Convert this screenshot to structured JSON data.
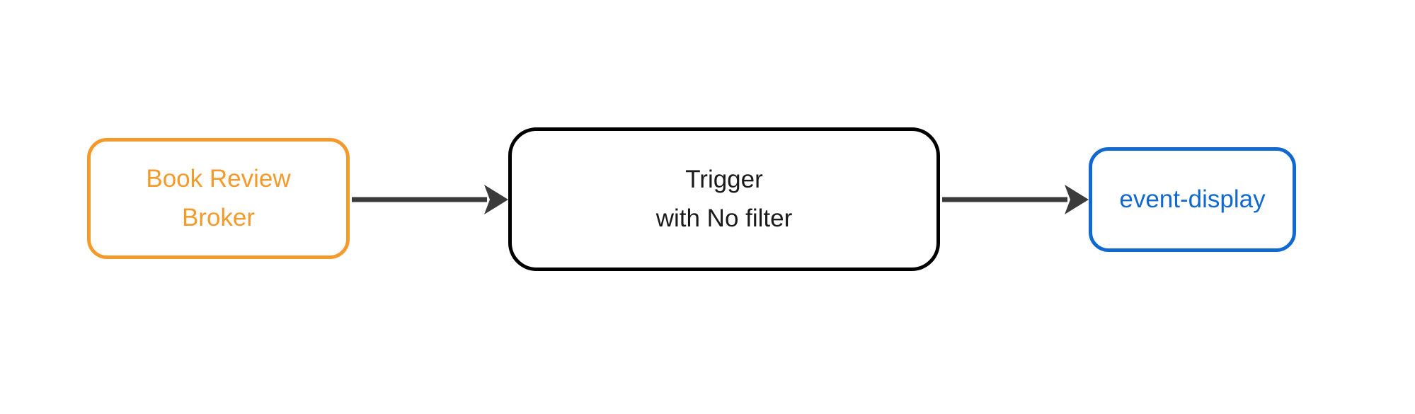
{
  "diagram": {
    "type": "flowchart",
    "direction": "left-to-right",
    "nodes": [
      {
        "id": "broker",
        "label": "Book Review\nBroker"
      },
      {
        "id": "trigger",
        "label": "Trigger\nwith No filter"
      },
      {
        "id": "event-display",
        "label": "event-display"
      }
    ],
    "edges": [
      {
        "from": "broker",
        "to": "trigger",
        "style": "arrow"
      },
      {
        "from": "trigger",
        "to": "event-display",
        "style": "arrow"
      }
    ]
  },
  "colors": {
    "background": "#FFFFFF",
    "broker": "#F49A2B",
    "trigger": "#000000",
    "trigger_text": "#1A1A1A",
    "eventdisplay": "#1169D0",
    "edge": "#3B3B3B"
  }
}
